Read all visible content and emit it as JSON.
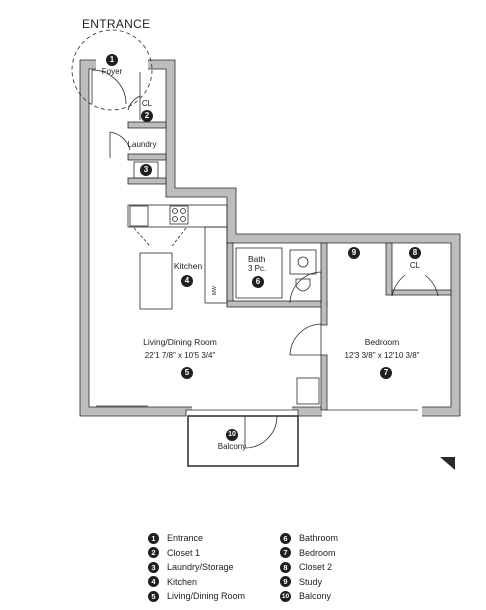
{
  "entrance_heading": "ENTRANCE",
  "labels": {
    "foyer": "Foyer",
    "closet1": "CL",
    "laundry": "Laundry",
    "kitchen": "Kitchen",
    "bath_line1": "Bath",
    "bath_line2": "3 Pc.",
    "living": "Living/Dining Room",
    "living_dim": "22'1 7/8\" x 10'5 3/4\"",
    "bedroom": "Bedroom",
    "bedroom_dim": "12'3 3/8\" x 12'10 3/8\"",
    "closet2": "CL",
    "balcony": "Balcony",
    "mw": "MW"
  },
  "markers": {
    "entrance": "1",
    "closet1": "2",
    "laundry": "3",
    "kitchen": "4",
    "living": "5",
    "bath": "6",
    "bedroom": "7",
    "closet2": "8",
    "study": "9",
    "balcony": "10"
  },
  "legend": [
    {
      "num": "1",
      "label": "Entrance"
    },
    {
      "num": "2",
      "label": "Closet 1"
    },
    {
      "num": "3",
      "label": "Laundry/Storage"
    },
    {
      "num": "4",
      "label": "Kitchen"
    },
    {
      "num": "5",
      "label": "Living/Dining Room"
    },
    {
      "num": "6",
      "label": "Bathroom"
    },
    {
      "num": "7",
      "label": "Bedroom"
    },
    {
      "num": "8",
      "label": "Closet 2"
    },
    {
      "num": "9",
      "label": "Study"
    },
    {
      "num": "10",
      "label": "Balcony"
    }
  ],
  "colors": {
    "wall_fill": "#bdbdbd",
    "wall_line": "#2a2a2a",
    "marker": "#1f1f1f"
  }
}
